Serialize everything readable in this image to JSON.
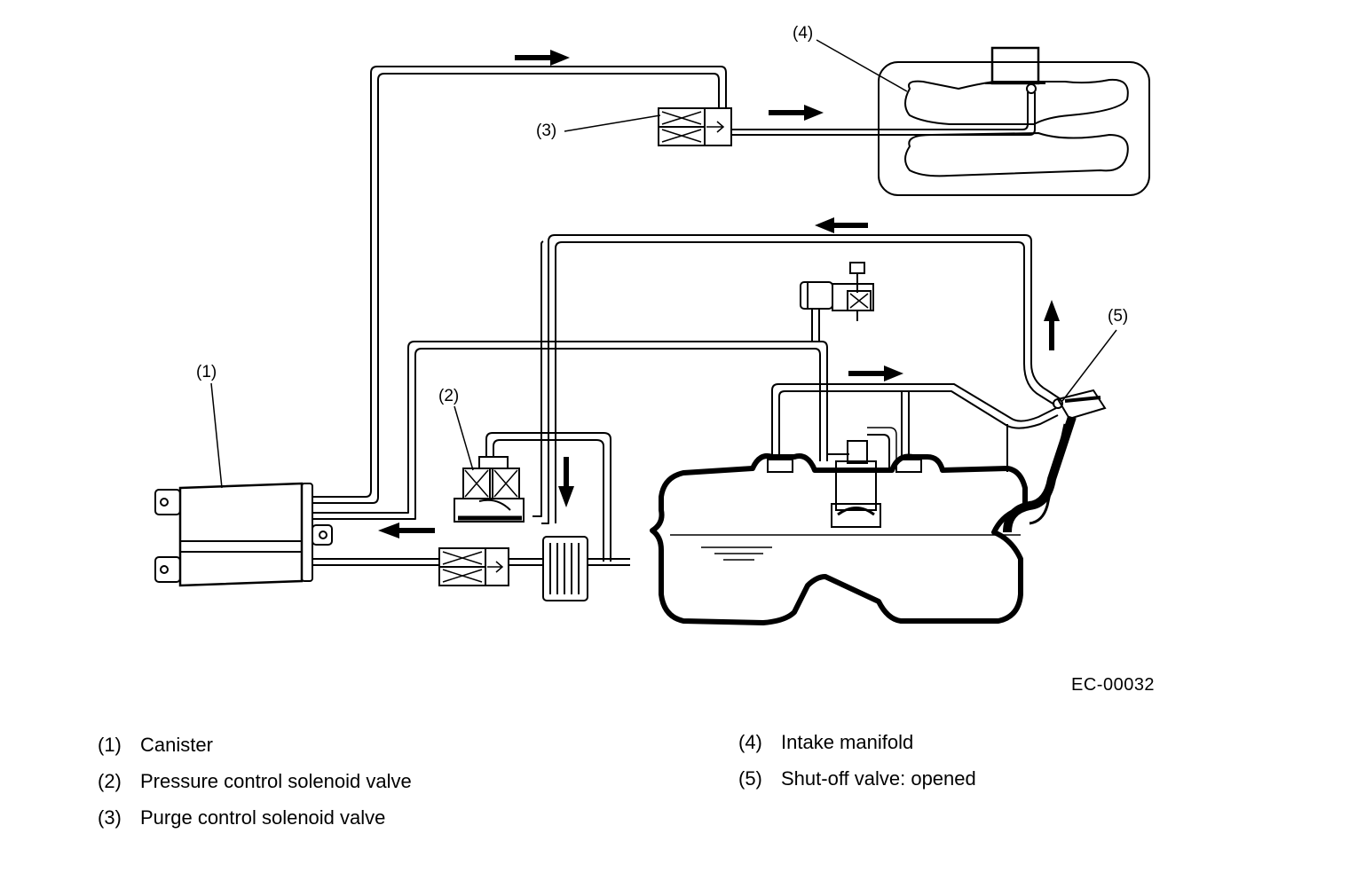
{
  "callouts": {
    "c1": "(1)",
    "c2": "(2)",
    "c3": "(3)",
    "c4": "(4)",
    "c5": "(5)"
  },
  "ref_code": "EC-00032",
  "legend": [
    {
      "num": "(1)",
      "text": "Canister"
    },
    {
      "num": "(2)",
      "text": "Pressure control solenoid valve"
    },
    {
      "num": "(3)",
      "text": "Purge control solenoid valve"
    },
    {
      "num": "(4)",
      "text": "Intake manifold"
    },
    {
      "num": "(5)",
      "text": "Shut-off valve: opened"
    }
  ]
}
